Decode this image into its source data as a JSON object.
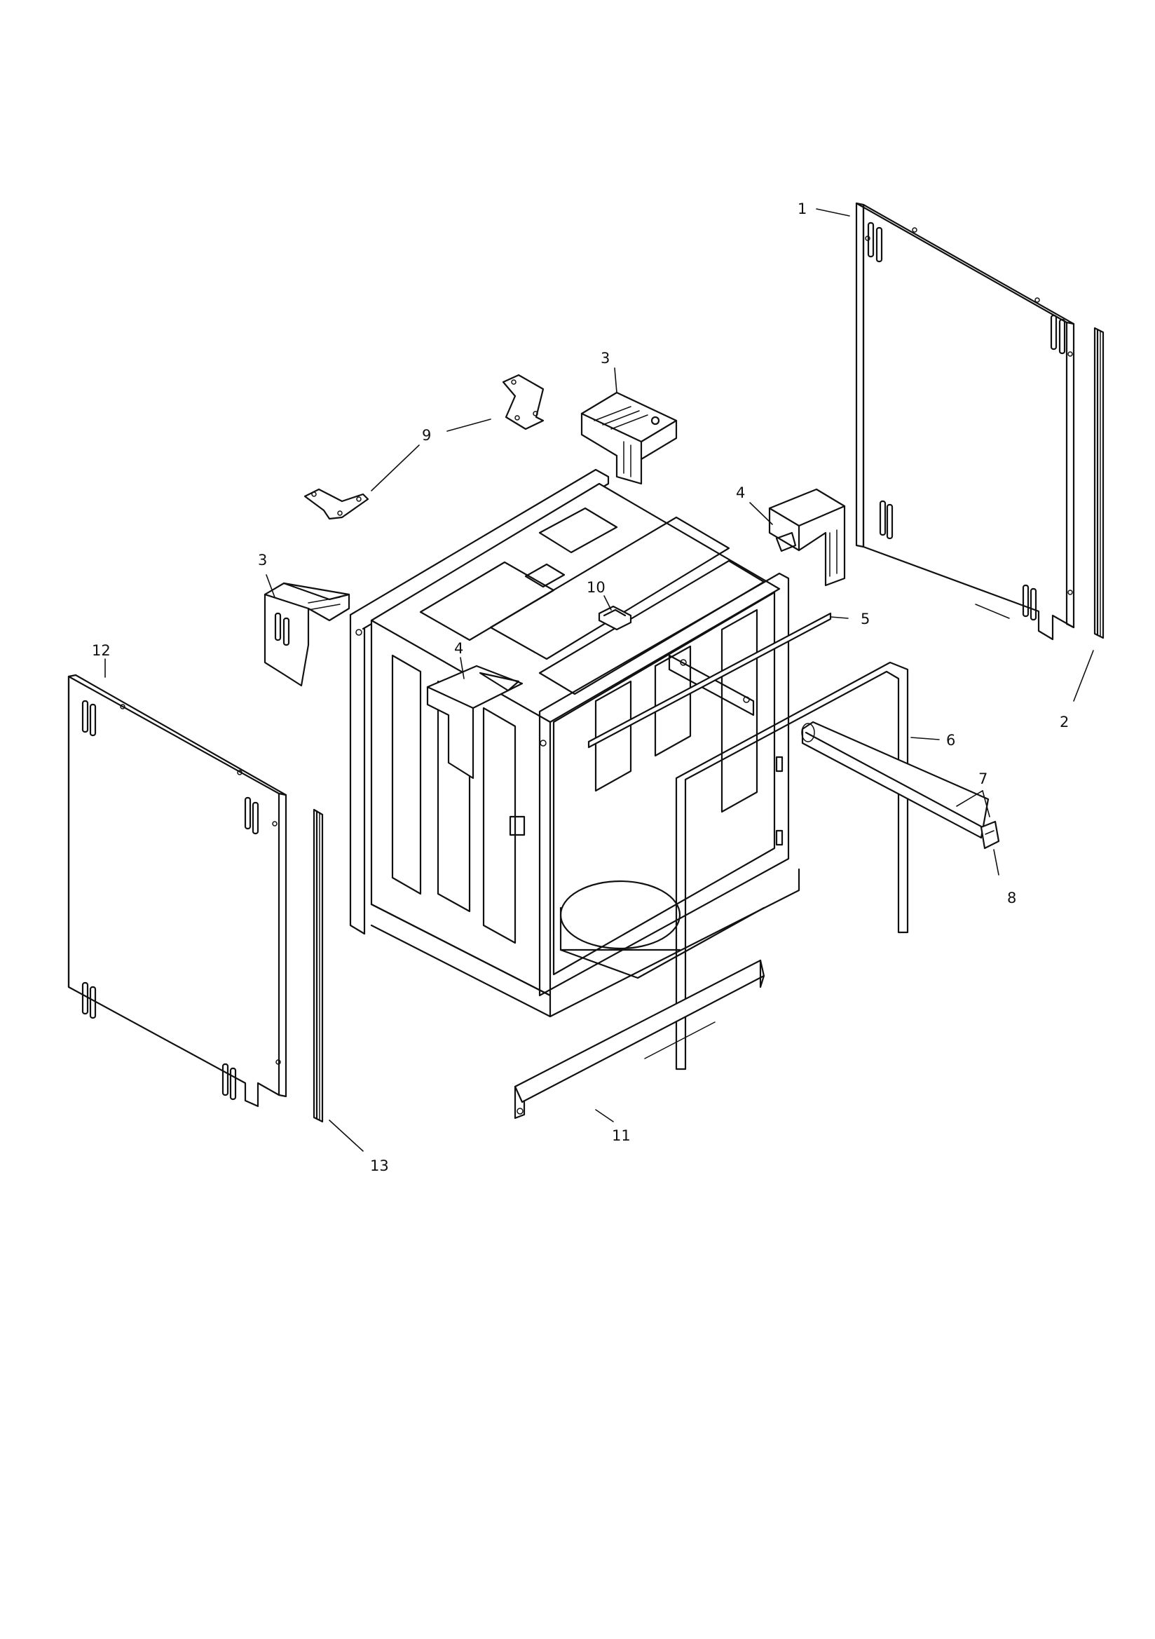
{
  "diagram": {
    "type": "exploded-parts-view",
    "callouts": [
      {
        "label": "1"
      },
      {
        "label": "2"
      },
      {
        "label": "3"
      },
      {
        "label": "3"
      },
      {
        "label": "4"
      },
      {
        "label": "4"
      },
      {
        "label": "5"
      },
      {
        "label": "6"
      },
      {
        "label": "7"
      },
      {
        "label": "8"
      },
      {
        "label": "9"
      },
      {
        "label": "10"
      },
      {
        "label": "11"
      },
      {
        "label": "12"
      },
      {
        "label": "13"
      }
    ]
  }
}
